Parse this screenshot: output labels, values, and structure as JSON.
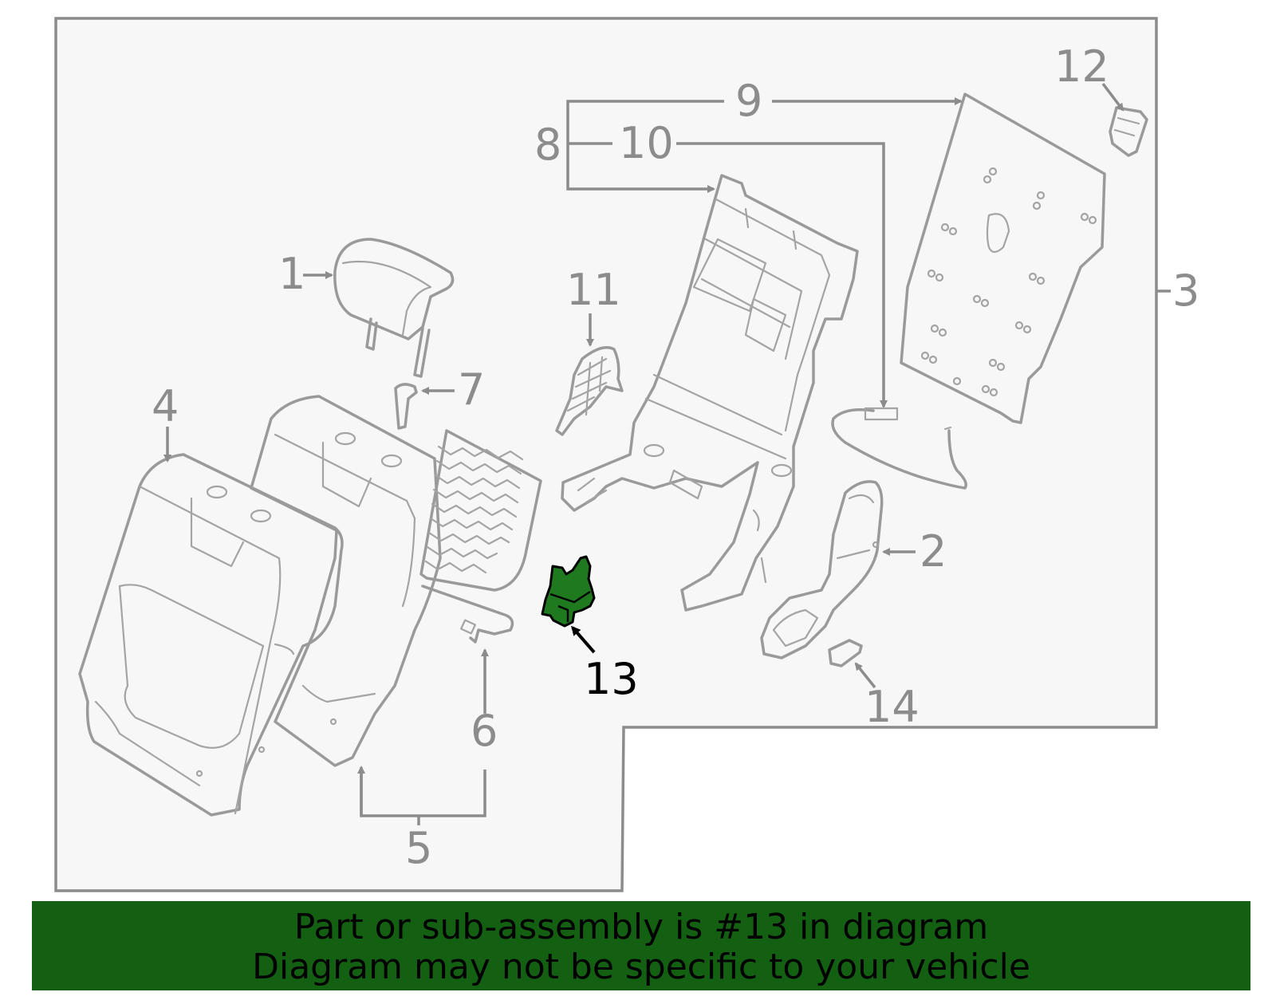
{
  "callouts": [
    {
      "id": "1",
      "label": "1"
    },
    {
      "id": "2",
      "label": "2"
    },
    {
      "id": "3",
      "label": "3"
    },
    {
      "id": "4",
      "label": "4"
    },
    {
      "id": "5",
      "label": "5"
    },
    {
      "id": "6",
      "label": "6"
    },
    {
      "id": "7",
      "label": "7"
    },
    {
      "id": "8",
      "label": "8"
    },
    {
      "id": "9",
      "label": "9"
    },
    {
      "id": "10",
      "label": "10"
    },
    {
      "id": "11",
      "label": "11"
    },
    {
      "id": "12",
      "label": "12"
    },
    {
      "id": "13",
      "label": "13",
      "highlighted": true
    },
    {
      "id": "14",
      "label": "14"
    }
  ],
  "banner": {
    "line1": "Part or sub-assembly is #13 in diagram",
    "line2": "Diagram may not be specific to your vehicle"
  },
  "colors": {
    "highlight_part": "#1f7a1f",
    "banner_background": "#136013",
    "line_art": "#9a9a9a",
    "panel_background": "#f7f7f7"
  }
}
